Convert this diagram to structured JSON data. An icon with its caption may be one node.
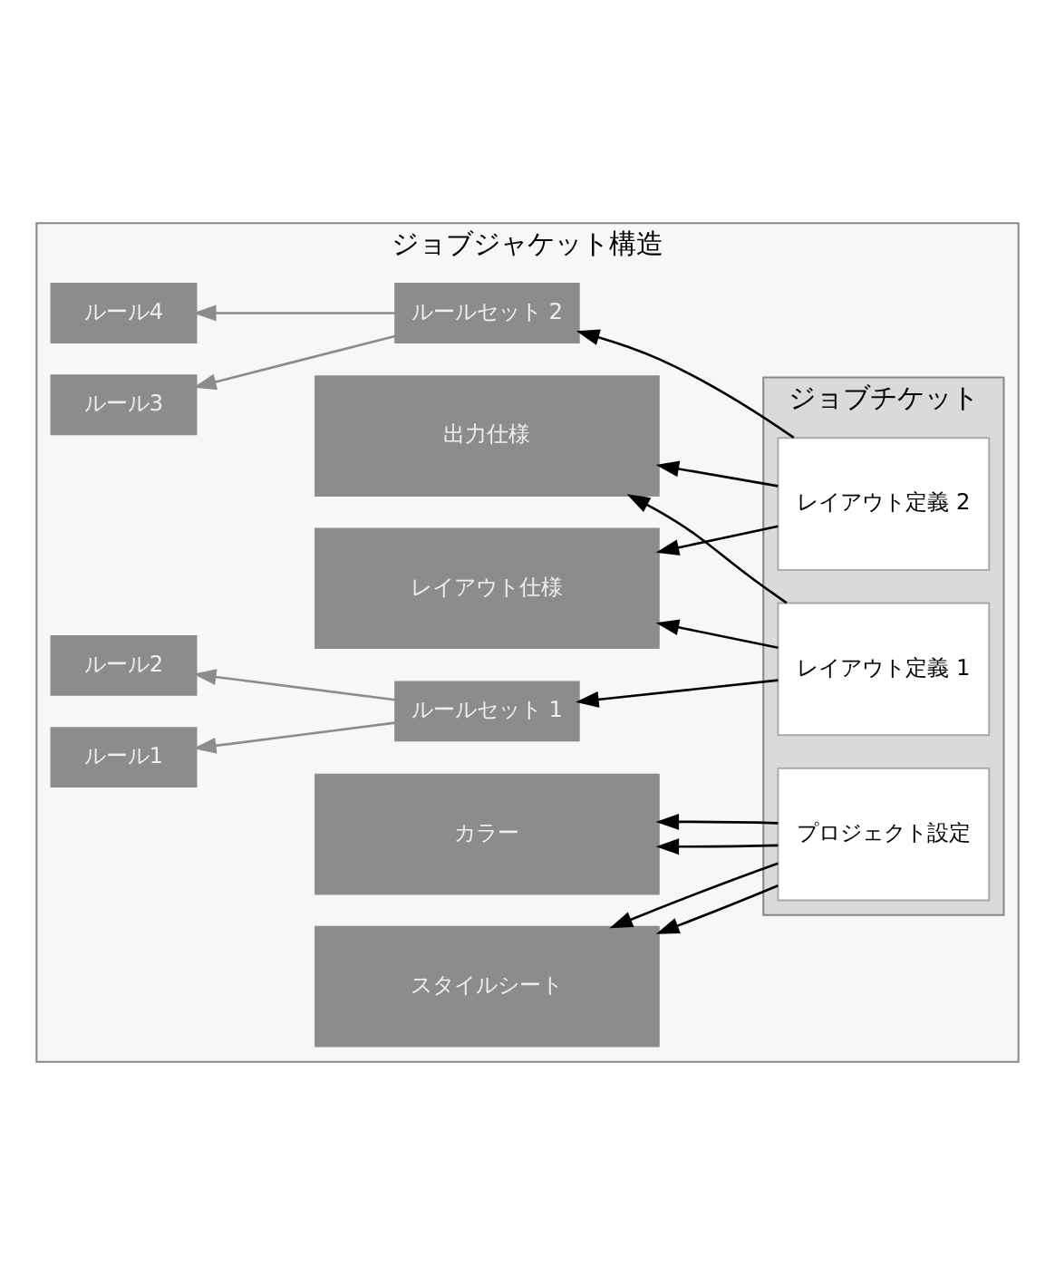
{
  "diagram": {
    "nodes": [
      {
        "text": [
          "ジョブジャケット構造"
        ]
      },
      {
        "text": [
          "スタイルシート"
        ],
        "in": 0
      },
      {
        "text": [
          "カラー"
        ],
        "in": 0
      },
      {
        "text": [
          "レイアウト仕様"
        ],
        "in": 0
      },
      {
        "text": [
          "出力仕様"
        ],
        "in": 0
      },
      {
        "text": [
          "ルール1"
        ],
        "in": 0
      },
      {
        "text": [
          "ルールセット 1"
        ],
        "in": 0
      },
      {
        "text": [
          "ルール2"
        ],
        "in": 0
      },
      {
        "text": [
          "ルール3"
        ],
        "in": 0
      },
      {
        "text": [
          "ルールセット 2"
        ],
        "in": 0
      },
      {
        "text": [
          "ルール4"
        ],
        "in": 0
      },
      {
        "text": [
          "ジョブチケット"
        ],
        "in": 0
      },
      {
        "text": [
          "プロジェクト設定"
        ],
        "in": 11
      },
      {
        "text": [
          "レイアウト定義 1"
        ],
        "in": 11
      },
      {
        "text": [
          "レイアウト定義 2"
        ],
        "in": 11
      }
    ],
    "edges": [
      {
        "from": 12,
        "to": 1,
        "arrow": "to"
      },
      {
        "from": 12,
        "to": 1,
        "arrow": "to"
      },
      {
        "from": 12,
        "to": 2,
        "arrow": "to"
      },
      {
        "from": 12,
        "to": 2,
        "arrow": "to"
      },
      {
        "from": 13,
        "to": 3,
        "arrow": "to"
      },
      {
        "from": 13,
        "to": 4,
        "arrow": "to"
      },
      {
        "from": 13,
        "to": 6,
        "arrow": "to"
      },
      {
        "from": 14,
        "to": 3,
        "arrow": "to"
      },
      {
        "from": 14,
        "to": 4,
        "arrow": "to"
      },
      {
        "from": 14,
        "to": 9,
        "arrow": "to"
      },
      {
        "from": 6,
        "to": 5,
        "arrow": "to",
        "color": "#8c8c8c"
      },
      {
        "from": 6,
        "to": 7,
        "arrow": "to",
        "color": "#8c8c8c"
      },
      {
        "from": 9,
        "to": 8,
        "arrow": "to",
        "color": "#8c8c8c"
      },
      {
        "from": 9,
        "to": 10,
        "arrow": "to",
        "color": "#8c8c8c"
      }
    ]
  }
}
